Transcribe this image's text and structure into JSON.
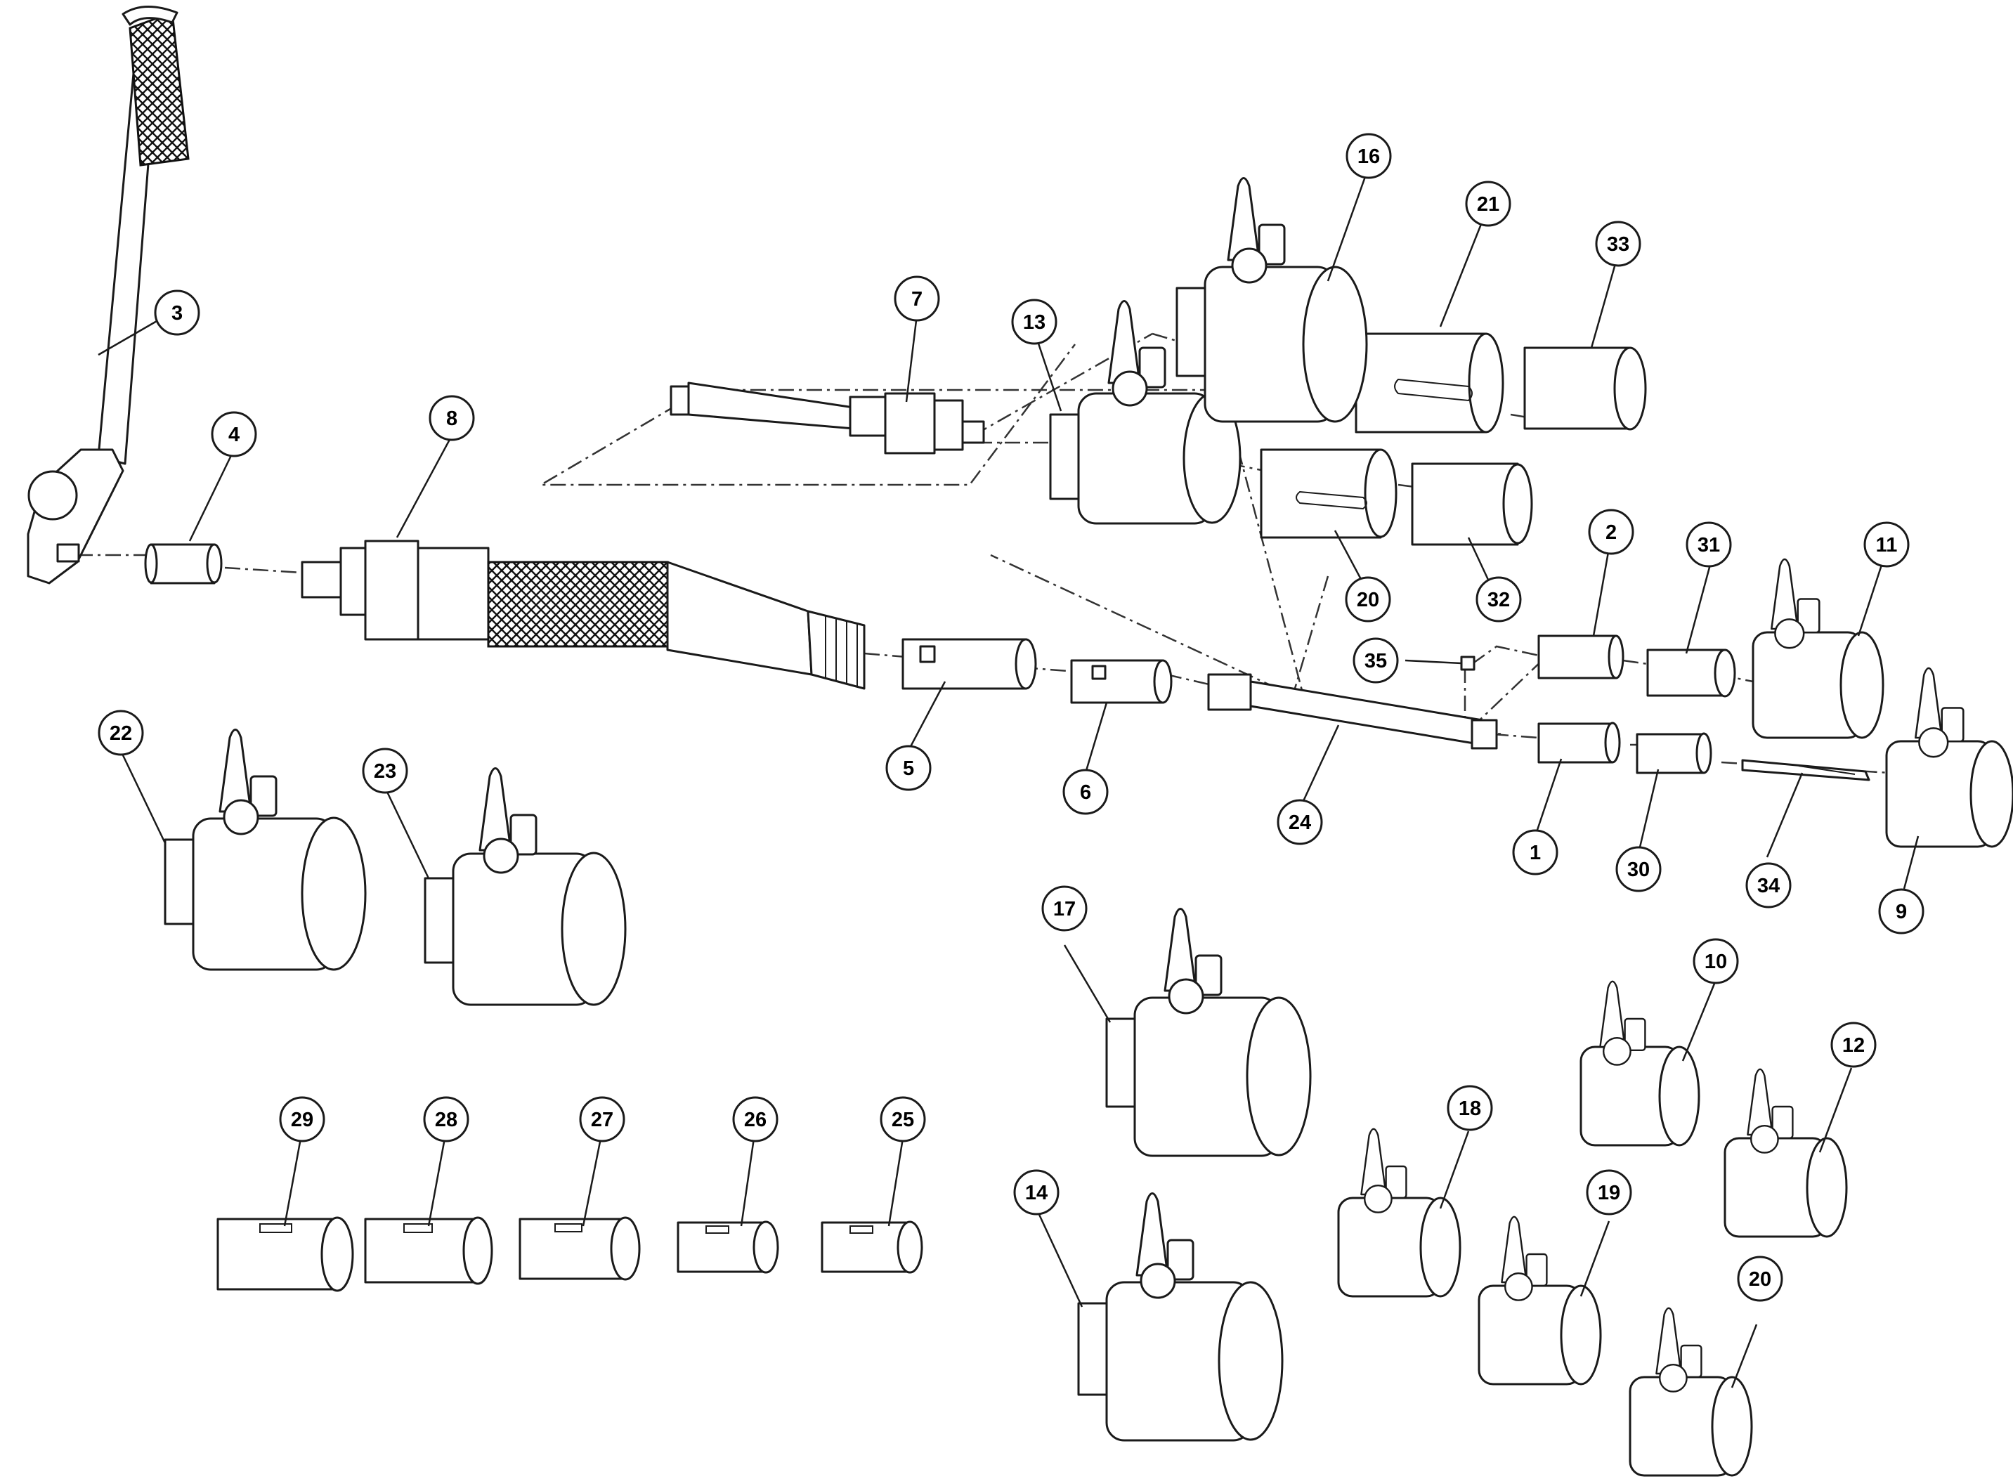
{
  "diagram": {
    "type": "exploded-parts-diagram",
    "callouts": [
      {
        "id": "1",
        "label": "1"
      },
      {
        "id": "2",
        "label": "2"
      },
      {
        "id": "3",
        "label": "3"
      },
      {
        "id": "4",
        "label": "4"
      },
      {
        "id": "5",
        "label": "5"
      },
      {
        "id": "6",
        "label": "6"
      },
      {
        "id": "7",
        "label": "7"
      },
      {
        "id": "8",
        "label": "8"
      },
      {
        "id": "9",
        "label": "9"
      },
      {
        "id": "10",
        "label": "10"
      },
      {
        "id": "11",
        "label": "11"
      },
      {
        "id": "12",
        "label": "12"
      },
      {
        "id": "13",
        "label": "13"
      },
      {
        "id": "14",
        "label": "14"
      },
      {
        "id": "16",
        "label": "16"
      },
      {
        "id": "17",
        "label": "17"
      },
      {
        "id": "18",
        "label": "18"
      },
      {
        "id": "19",
        "label": "19"
      },
      {
        "id": "20a",
        "label": "20"
      },
      {
        "id": "20b",
        "label": "20"
      },
      {
        "id": "21",
        "label": "21"
      },
      {
        "id": "22",
        "label": "22"
      },
      {
        "id": "23",
        "label": "23"
      },
      {
        "id": "24",
        "label": "24"
      },
      {
        "id": "25",
        "label": "25"
      },
      {
        "id": "26",
        "label": "26"
      },
      {
        "id": "27",
        "label": "27"
      },
      {
        "id": "28",
        "label": "28"
      },
      {
        "id": "29",
        "label": "29"
      },
      {
        "id": "30",
        "label": "30"
      },
      {
        "id": "31",
        "label": "31"
      },
      {
        "id": "32",
        "label": "32"
      },
      {
        "id": "33",
        "label": "33"
      },
      {
        "id": "34",
        "label": "34"
      },
      {
        "id": "35",
        "label": "35"
      }
    ]
  }
}
